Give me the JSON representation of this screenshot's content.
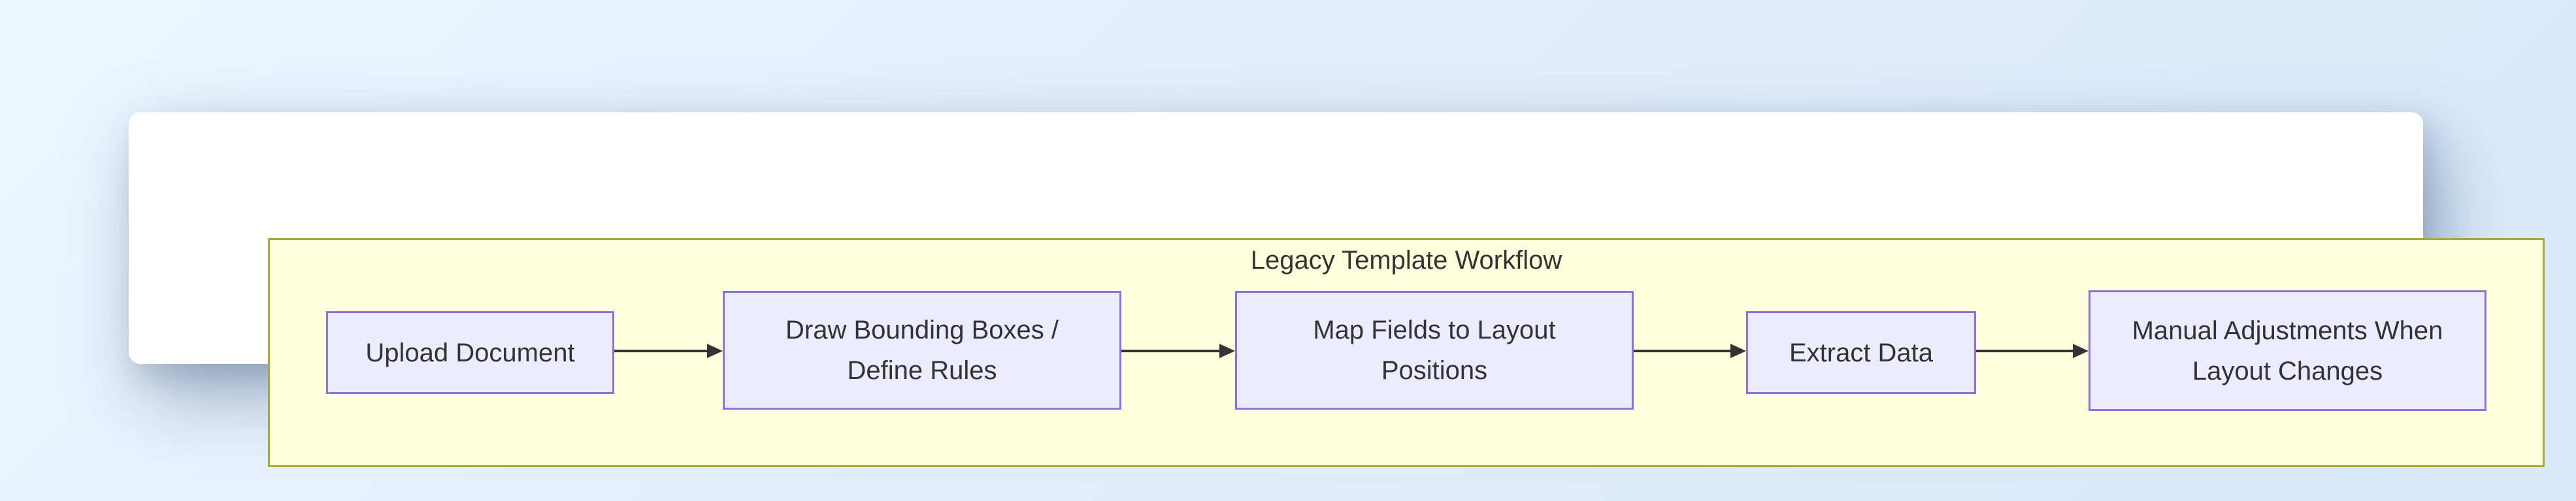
{
  "diagram": {
    "title": "Legacy Template Workflow",
    "nodes": [
      {
        "lines": [
          "Upload Document"
        ]
      },
      {
        "lines": [
          "Draw Bounding Boxes /",
          "Define Rules"
        ]
      },
      {
        "lines": [
          "Map Fields to Layout",
          "Positions"
        ]
      },
      {
        "lines": [
          "Extract Data"
        ]
      },
      {
        "lines": [
          "Manual Adjustments When",
          "Layout Changes"
        ]
      }
    ],
    "edges": [
      {
        "from": "Upload Document",
        "to": "Draw Bounding Boxes / Define Rules"
      },
      {
        "from": "Draw Bounding Boxes / Define Rules",
        "to": "Map Fields to Layout Positions"
      },
      {
        "from": "Map Fields to Layout Positions",
        "to": "Extract Data"
      },
      {
        "from": "Extract Data",
        "to": "Manual Adjustments When Layout Changes"
      }
    ],
    "colors": {
      "background_top": "#EDF5FD",
      "background_mid": "#E2EEFB",
      "background_bottom": "#D7E9FA",
      "card_fill": "#FFFFFF",
      "card_shadow": "rgba(100,125,158,0.60)",
      "cluster_fill": "#FFFFDE",
      "cluster_border": "#AAAA33",
      "node_fill": "#ECECFF",
      "node_border": "#9370DB",
      "arrow": "#333333",
      "text": "#333333"
    }
  }
}
